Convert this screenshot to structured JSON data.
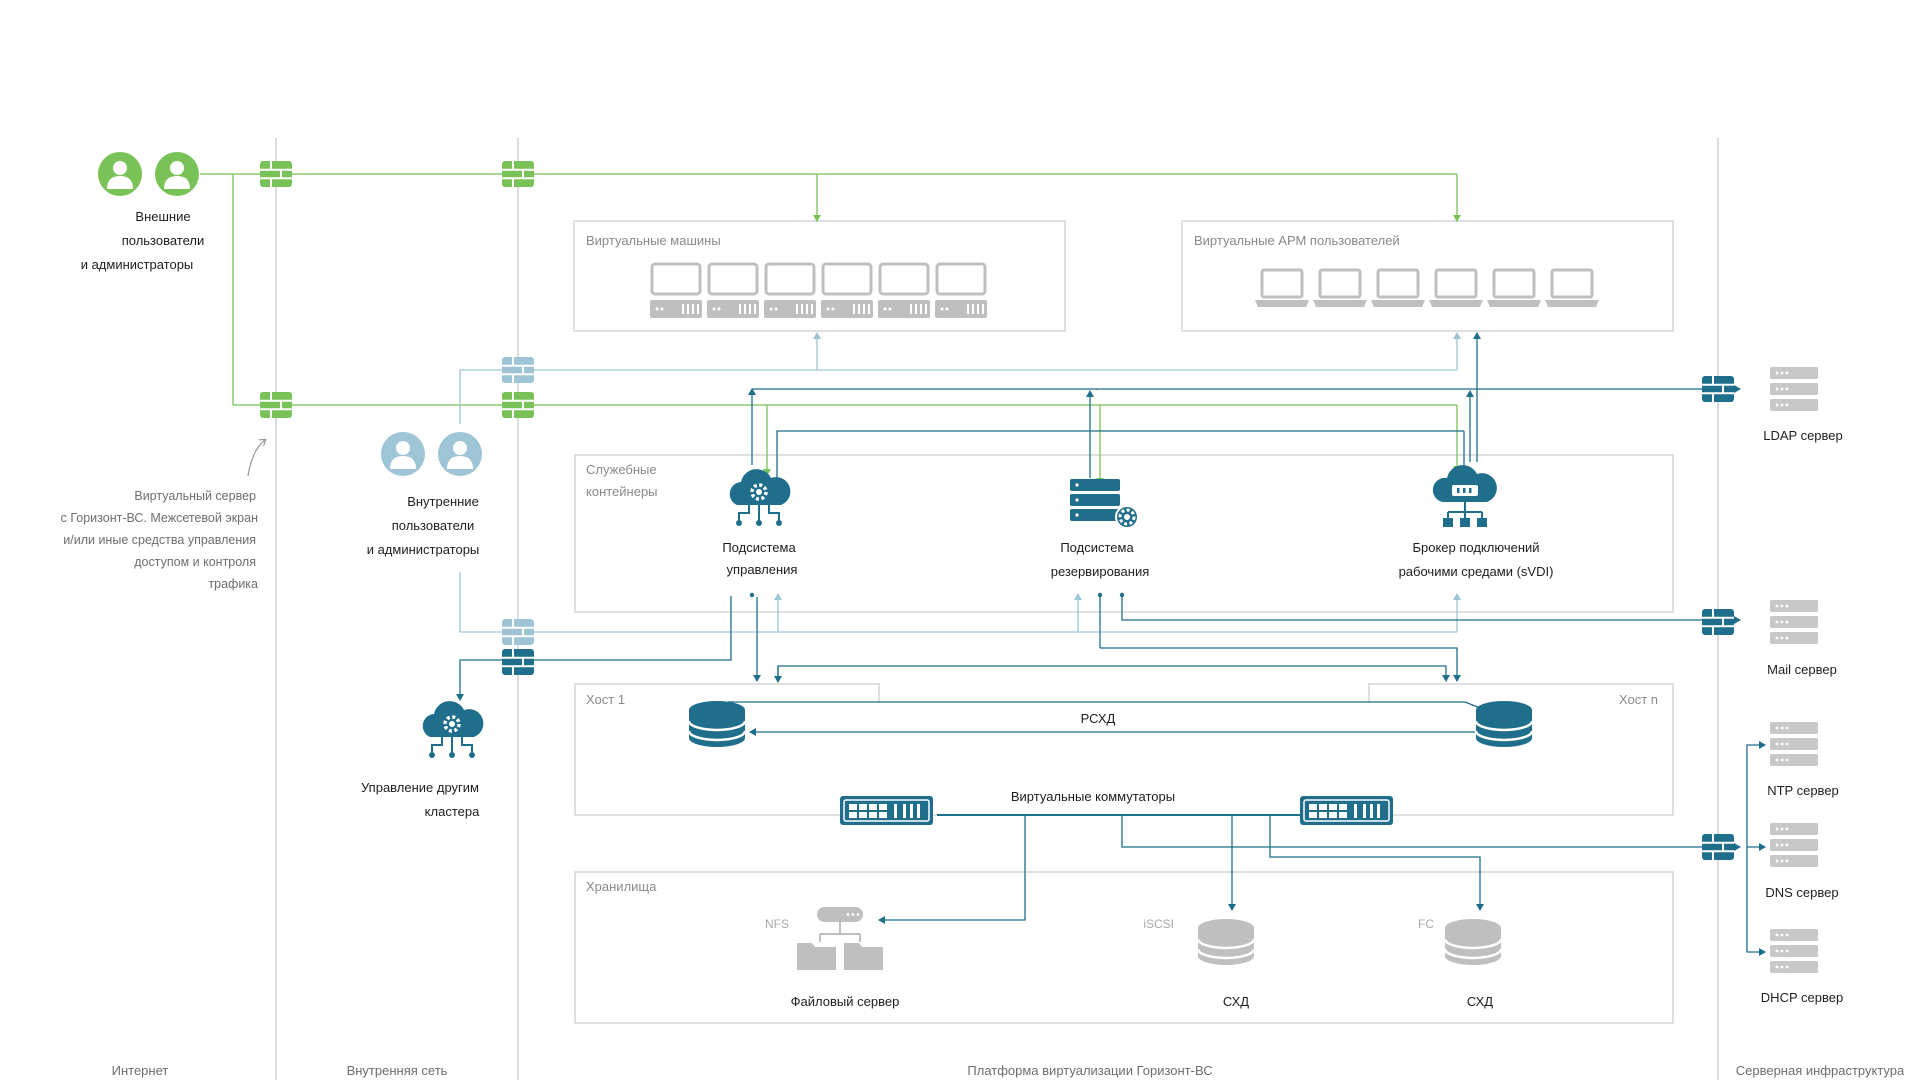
{
  "colors": {
    "green": "#78c257",
    "light_blue": "#9dc5d6",
    "teal": "#1f6e8c",
    "grey_icon": "#bfbfbf",
    "box_border": "#d6d6d6",
    "zone_line": "#d0d0d0"
  },
  "zones": {
    "internet": "Интернет",
    "internal": "Внутренняя сеть",
    "platform": "Платформа виртуализации Горизонт-ВС",
    "servers": "Серверная инфраструктура"
  },
  "actors": {
    "external": [
      "Внешние",
      "пользователи",
      "и администраторы"
    ],
    "internal": [
      "Внутренние",
      "пользователи",
      "и администраторы"
    ]
  },
  "note": [
    "Виртуальный сервер",
    "с Горизонт-ВС. Межсетевой экран",
    "и/или иные средства управления",
    "доступом и контроля",
    "трафика"
  ],
  "boxes": {
    "vms": "Виртуальные машины",
    "arm": "Виртуальные АРМ пользователей",
    "containers": [
      "Служебные",
      "контейнеры"
    ],
    "host1": "Хост 1",
    "hostn": "Хост n",
    "storage": "Хранилища"
  },
  "services": {
    "mgmt": [
      "Подсистема",
      "управления"
    ],
    "backup": [
      "Подсистема",
      "резервирования"
    ],
    "broker": [
      "Брокер подключений",
      "рабочими средами (sVDI)"
    ]
  },
  "hosts": {
    "rsxd": "РСХД",
    "switches": "Виртуальные коммутаторы"
  },
  "storage": {
    "nfs": "NFS",
    "nfs_label": "Файловый сервер",
    "iscsi": "iSCSI",
    "iscsi_label": "СХД",
    "fc": "FC",
    "fc_label": "СХД"
  },
  "cluster": [
    "Управление другим",
    "кластера"
  ],
  "servers": {
    "ldap": "LDAP сервер",
    "mail": "Mail сервер",
    "ntp": "NTP сервер",
    "dns": "DNS сервер",
    "dhcp": "DHCP сервер"
  },
  "icons": [
    "user-icon",
    "firewall-icon",
    "server-tower-icon",
    "laptop-icon",
    "cloud-gear-icon",
    "server-gear-icon",
    "cloud-network-icon",
    "database-icon",
    "switch-icon",
    "file-server-icon",
    "rack-server-icon"
  ]
}
